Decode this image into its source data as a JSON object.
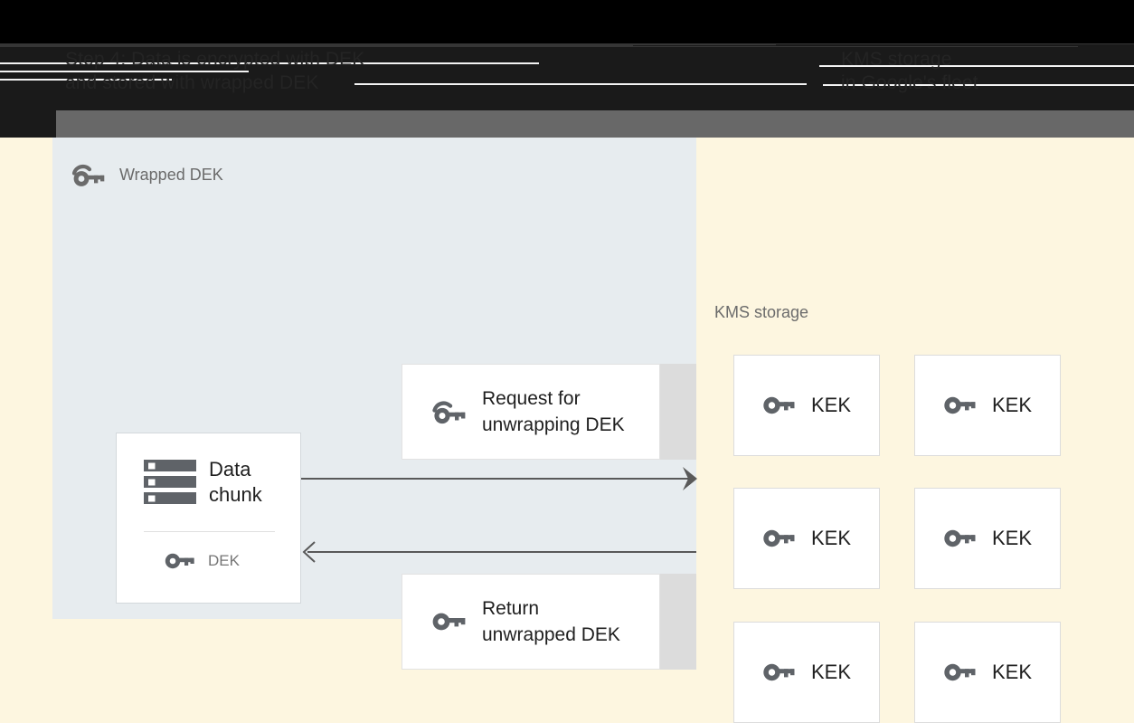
{
  "header": {
    "band_color": "#1a1a1a",
    "left_text": "Step 4: Data is encrypted with DEK\nand stored with wrapped DEK",
    "right_text": "KMS storage\nin Google's fleet"
  },
  "left_panel": {
    "title": "Wrapped DEK",
    "icon": "wrapped-key-icon",
    "background": "#E7ECEF"
  },
  "right_panel": {
    "title": "KMS storage",
    "background": "#FDF6E0"
  },
  "data_chunk_card": {
    "icon": "storage-server-icon",
    "label": "Data\nchunk",
    "key_icon": "key-icon",
    "key_label": "DEK"
  },
  "messages": [
    {
      "id": "request",
      "icon": "wrapped-key-icon",
      "label": "Request for\nunwrapping DEK",
      "direction": "right"
    },
    {
      "id": "return",
      "icon": "key-icon",
      "label": "Return\nunwrapped DEK",
      "direction": "left"
    }
  ],
  "kek_grid": {
    "icon": "key-icon",
    "items": [
      {
        "label": "KEK"
      },
      {
        "label": "KEK"
      },
      {
        "label": "KEK"
      },
      {
        "label": "KEK"
      },
      {
        "label": "KEK"
      },
      {
        "label": "KEK"
      }
    ]
  },
  "colors": {
    "panel_left": "#E7ECEF",
    "panel_right": "#FDF6E0",
    "card": "#FFFFFF",
    "icon_gray": "#5F6368",
    "text_dark": "#1F1F1F",
    "text_muted": "#757575",
    "arrow": "#595959",
    "tail_strip": "#DCDCDC"
  }
}
